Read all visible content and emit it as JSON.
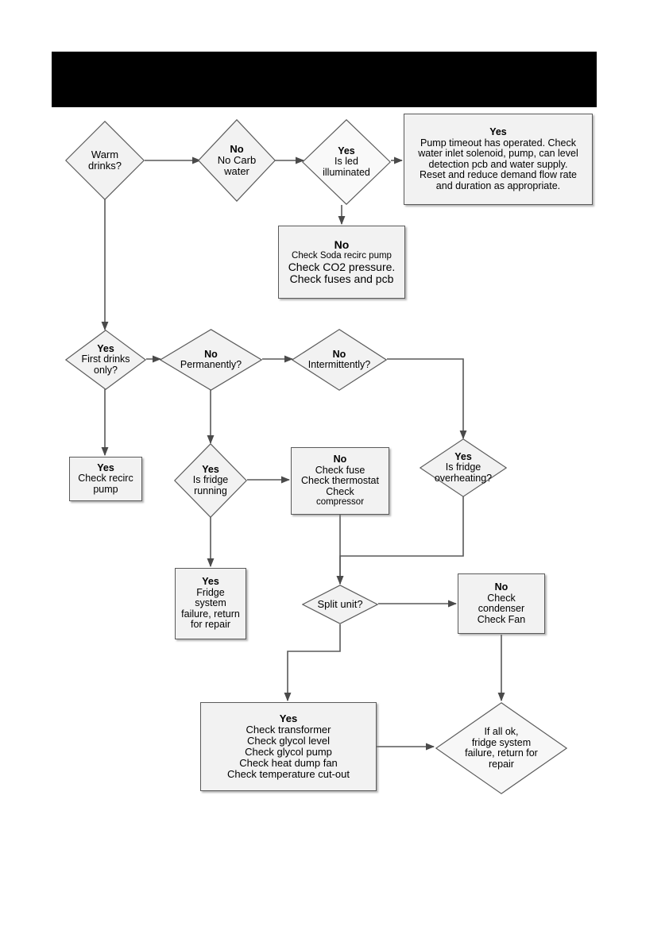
{
  "document": {
    "header_banner_color": "#000000",
    "header_title": "",
    "page_background": "#ffffff"
  },
  "style": {
    "shape_fill": "#f2f2f2",
    "shape_border": "#5a5a5a",
    "connector_color": "#595959"
  },
  "nodes": {
    "warm_drinks": {
      "header": "",
      "lines": [
        "Warm",
        "drinks?"
      ]
    },
    "no_carb_water": {
      "header": "No",
      "lines": [
        "No Carb",
        "water"
      ]
    },
    "is_led_illuminated": {
      "header": "Yes",
      "lines": [
        "Is led",
        "illuminated"
      ]
    },
    "pump_timeout": {
      "header": "Yes",
      "lines": [
        "Pump timeout has operated. Check",
        "water inlet solenoid, pump, can level",
        "detection pcb and water supply.",
        "Reset and reduce demand flow rate",
        "and duration as appropriate."
      ]
    },
    "check_soda": {
      "header": "No",
      "lines": [
        "Check Soda recirc pump",
        "Check CO2 pressure.",
        "Check fuses and pcb"
      ]
    },
    "first_drinks_only": {
      "header": "Yes",
      "lines": [
        "First drinks",
        "only?"
      ]
    },
    "permanently": {
      "header": "No",
      "lines": [
        "Permanently?"
      ]
    },
    "intermittently": {
      "header": "No",
      "lines": [
        "Intermittently?"
      ]
    },
    "check_recirc_pump": {
      "header": "Yes",
      "lines": [
        "Check recirc",
        "pump"
      ]
    },
    "is_fridge_running": {
      "header": "Yes",
      "lines": [
        "Is fridge",
        "running"
      ]
    },
    "check_fuse": {
      "header": "No",
      "lines": [
        "Check fuse",
        "Check thermostat",
        "Check",
        "compressor"
      ]
    },
    "is_fridge_overheating": {
      "header": "Yes",
      "lines": [
        "Is fridge",
        "overheating?"
      ]
    },
    "fridge_system_failure": {
      "header": "Yes",
      "lines": [
        "Fridge",
        "system",
        "failure, return",
        "for repair"
      ]
    },
    "split_unit": {
      "header": "",
      "lines": [
        "Split unit?"
      ]
    },
    "check_condenser": {
      "header": "No",
      "lines": [
        "Check",
        "condenser",
        "Check Fan"
      ]
    },
    "check_transformer": {
      "header": "Yes",
      "lines": [
        "Check transformer",
        "Check glycol level",
        "Check glycol pump",
        "Check heat dump fan",
        "Check temperature cut-out"
      ]
    },
    "if_all_ok": {
      "header": "",
      "lines": [
        "If all ok,",
        "fridge system",
        "failure, return for",
        "repair"
      ]
    }
  }
}
